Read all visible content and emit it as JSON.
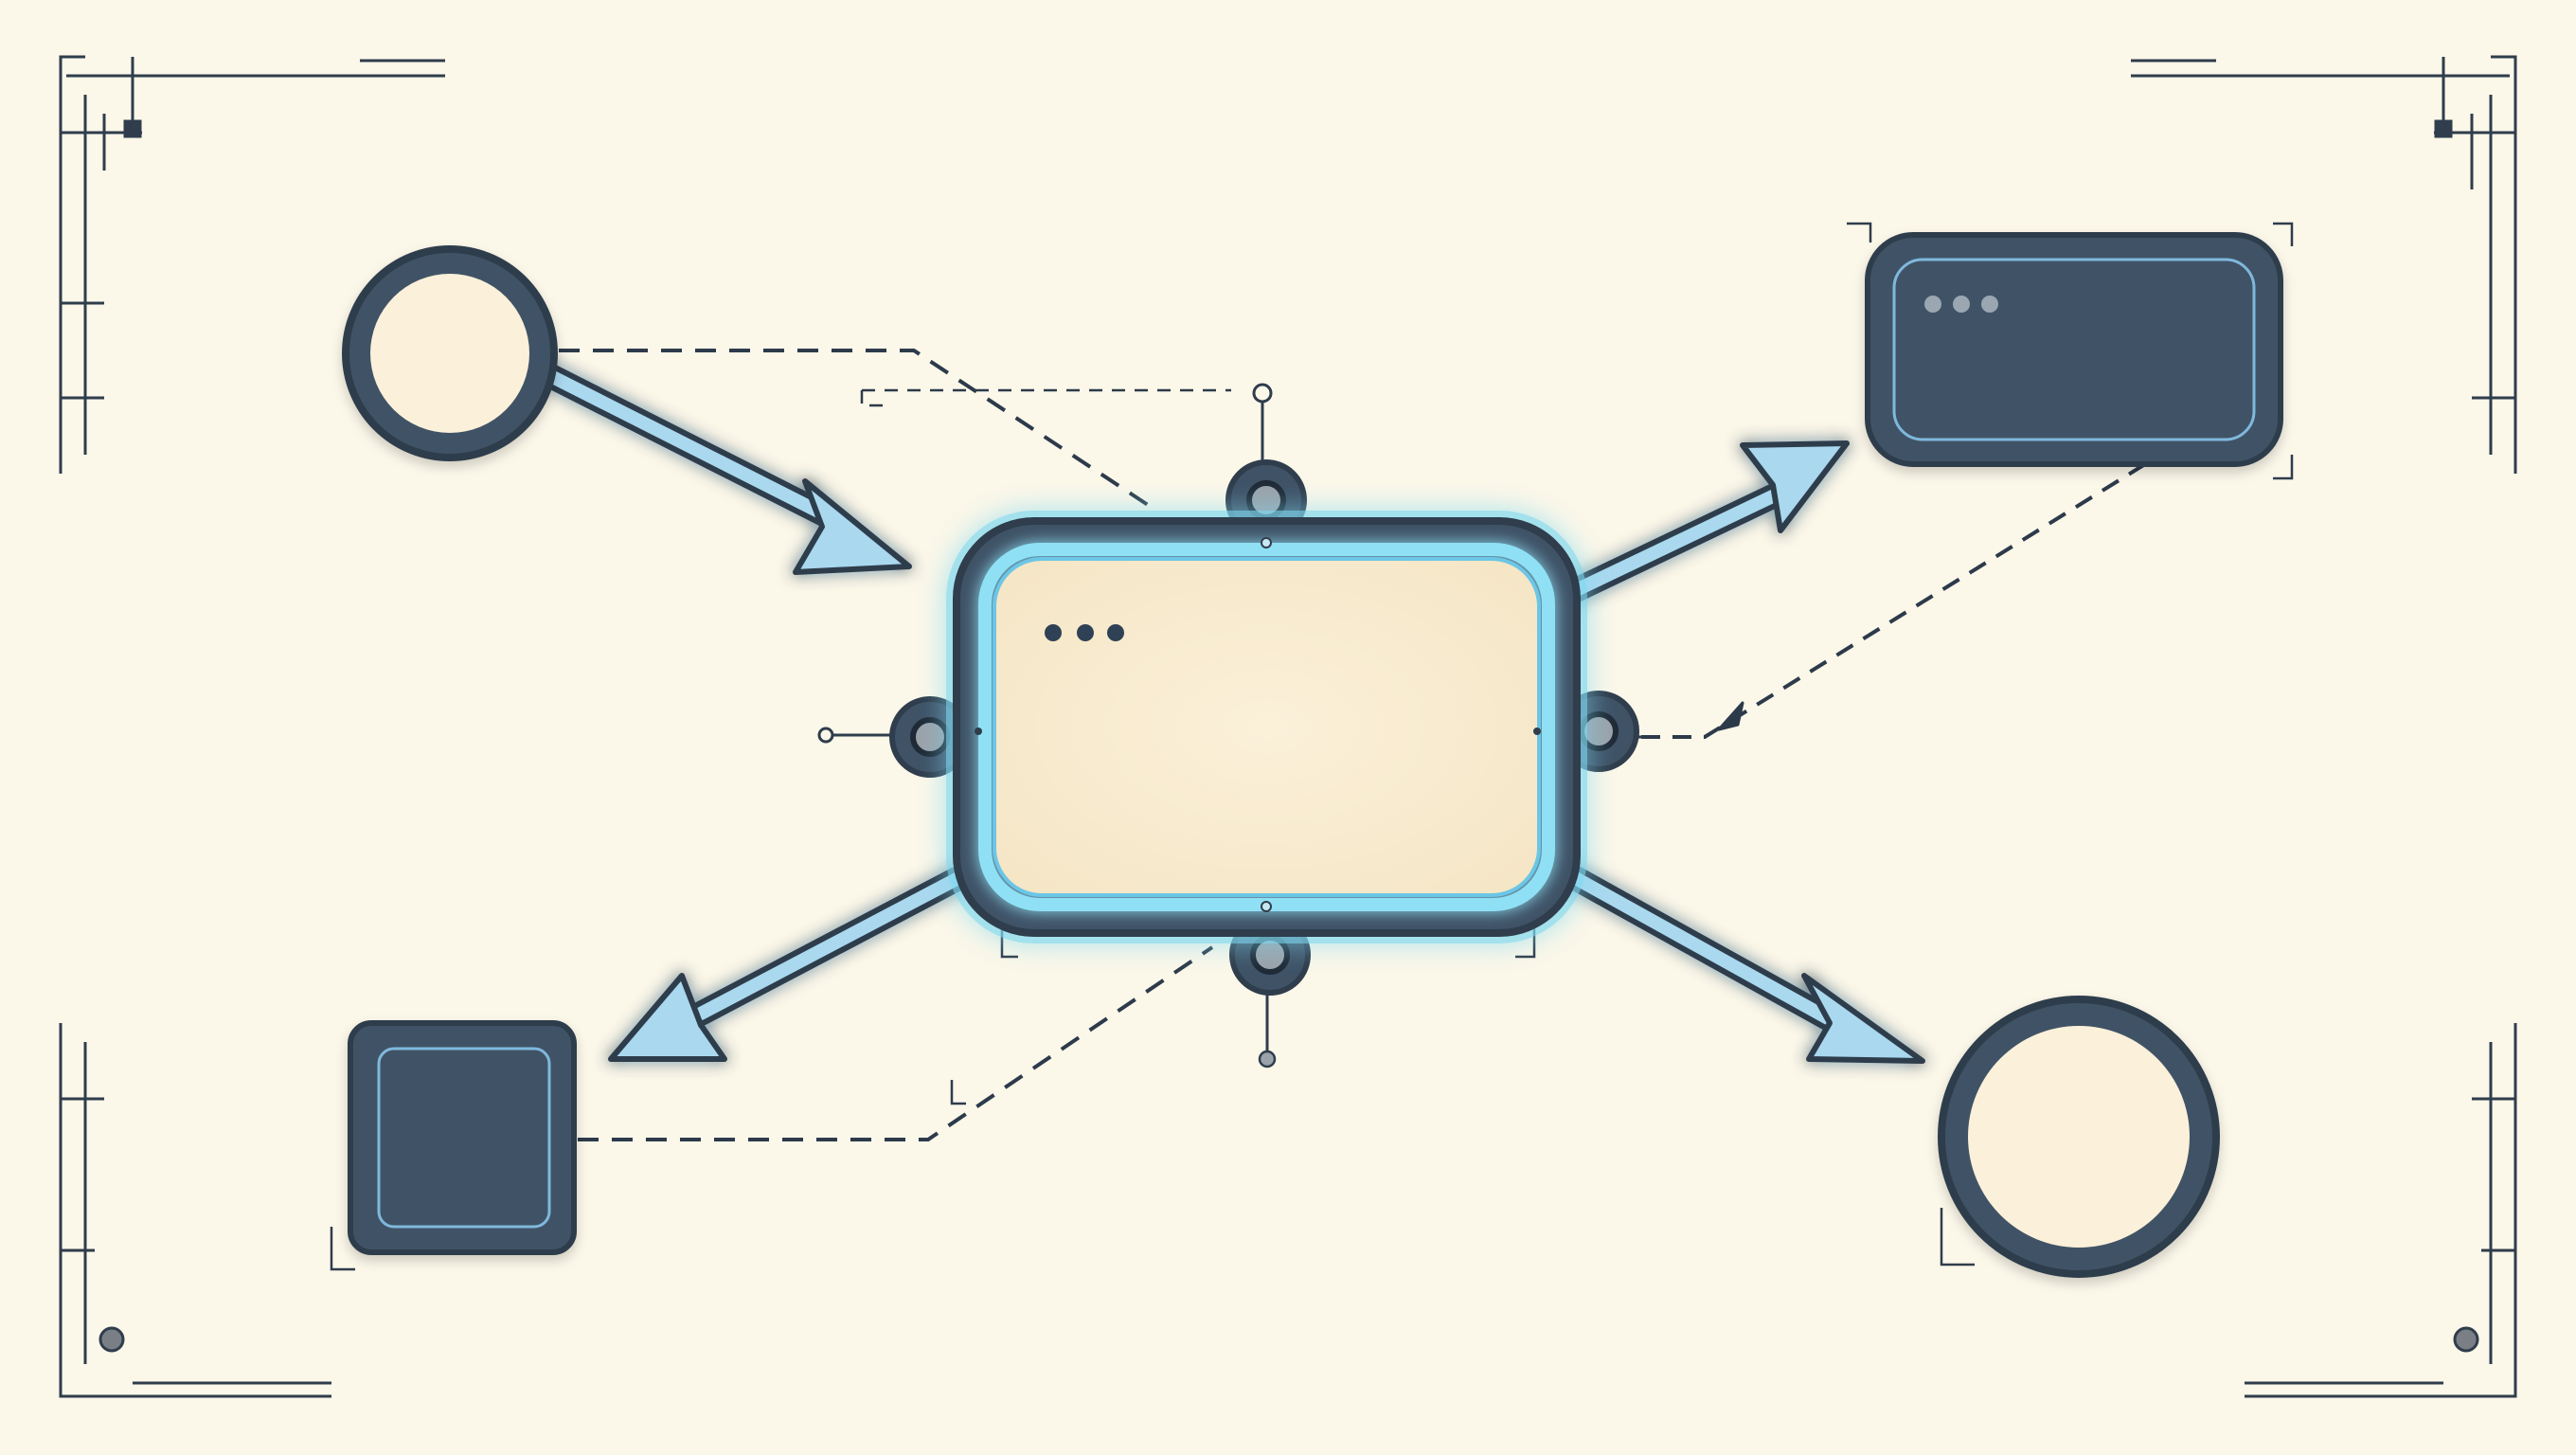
{
  "colors": {
    "background": "#fbf7e9",
    "node_dark": "#3f5266",
    "node_outline": "#2f3d4c",
    "node_light_fill": "#fbf0d9",
    "accent_glow": "#7fd8f0",
    "accent_stroke": "#4a8fc7",
    "arrow_fill": "#a9d8ef",
    "frame_line": "#2f3d4c",
    "dashed_line": "#2c3a4a"
  },
  "nodes": {
    "center_panel": {
      "shape": "rounded-rectangle",
      "ellipsis": "•••",
      "state": "highlighted"
    },
    "top_left": {
      "shape": "circle",
      "fill": "light"
    },
    "top_right": {
      "shape": "rounded-rectangle",
      "fill": "dark",
      "ellipsis": "•••"
    },
    "bottom_left": {
      "shape": "rounded-square",
      "fill": "dark"
    },
    "bottom_right": {
      "shape": "circle",
      "fill": "light"
    }
  },
  "edges": [
    {
      "from": "top_left",
      "to": "center_panel",
      "style": "solid-arrow"
    },
    {
      "from": "center_panel",
      "to": "top_right",
      "style": "solid-arrow"
    },
    {
      "from": "center_panel",
      "to": "bottom_left",
      "style": "solid-arrow"
    },
    {
      "from": "center_panel",
      "to": "bottom_right",
      "style": "solid-arrow"
    },
    {
      "from": "top_right",
      "to": "center_panel",
      "style": "dashed-arrow"
    },
    {
      "from": "top_left",
      "to": "center_panel",
      "style": "dashed-line"
    },
    {
      "from": "bottom_left",
      "to": "center_panel",
      "style": "dashed-line"
    }
  ],
  "icons": {
    "connector": "connector-ring-icon",
    "ellipsis": "ellipsis-dots-icon",
    "arrowhead": "arrowhead-icon"
  }
}
